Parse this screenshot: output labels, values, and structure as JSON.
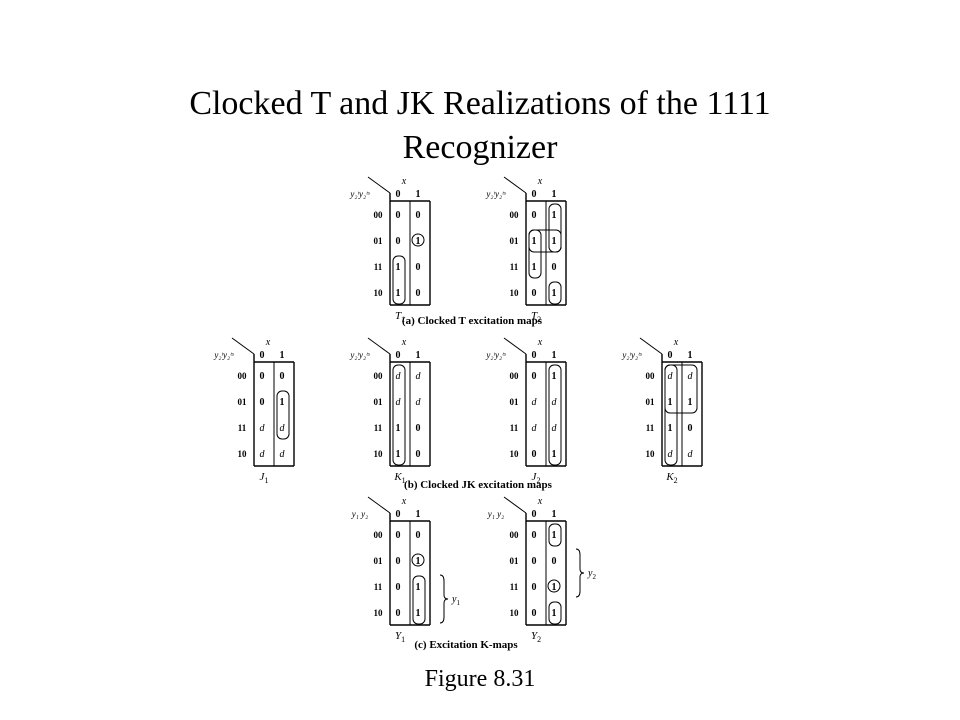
{
  "title": {
    "line1": "Clocked T and JK Realizations of the 1111",
    "line2": "Recognizer"
  },
  "caption": "Figure 8.31",
  "x_label": "x",
  "row_codes": [
    "00",
    "01",
    "11",
    "10"
  ],
  "col_codes": [
    "0",
    "1"
  ],
  "sections": {
    "a": "(a) Clocked T excitation maps",
    "b": "(b) Clocked JK excitation maps",
    "c": "(c) Excitation K-maps"
  },
  "maps": [
    {
      "id": "T1",
      "label": "T",
      "sub": "1",
      "var_style": "y2y1",
      "cells": [
        [
          "0",
          "0"
        ],
        [
          "0",
          "1"
        ],
        [
          "1",
          "0"
        ],
        [
          "1",
          "0"
        ]
      ],
      "loops": [
        {
          "kind": "rect",
          "rows": [
            2,
            3
          ],
          "cols": [
            0
          ]
        },
        {
          "kind": "circle",
          "row": 1,
          "col": 1
        }
      ]
    },
    {
      "id": "T2",
      "label": "T",
      "sub": "2",
      "var_style": "y2y1",
      "cells": [
        [
          "0",
          "1"
        ],
        [
          "1",
          "1"
        ],
        [
          "1",
          "0"
        ],
        [
          "0",
          "1"
        ]
      ],
      "loops": [
        {
          "kind": "rect",
          "rows": [
            0,
            1
          ],
          "cols": [
            1
          ]
        },
        {
          "kind": "rect",
          "rows": [
            1
          ],
          "cols": [
            0,
            1
          ]
        },
        {
          "kind": "rect",
          "rows": [
            1,
            2
          ],
          "cols": [
            0
          ]
        },
        {
          "kind": "rect",
          "rows": [
            3
          ],
          "cols": [
            1
          ]
        }
      ]
    },
    {
      "id": "J1",
      "label": "J",
      "sub": "1",
      "var_style": "y2y1",
      "cells": [
        [
          "0",
          "0"
        ],
        [
          "0",
          "1"
        ],
        [
          "d",
          "d"
        ],
        [
          "d",
          "d"
        ]
      ],
      "loops": [
        {
          "kind": "rect",
          "rows": [
            1,
            2
          ],
          "cols": [
            1
          ]
        }
      ]
    },
    {
      "id": "K1",
      "label": "K",
      "sub": "1",
      "var_style": "y2y1",
      "cells": [
        [
          "d",
          "d"
        ],
        [
          "d",
          "d"
        ],
        [
          "1",
          "0"
        ],
        [
          "1",
          "0"
        ]
      ],
      "loops": [
        {
          "kind": "rect",
          "rows": [
            0,
            1,
            2,
            3
          ],
          "cols": [
            0
          ]
        }
      ]
    },
    {
      "id": "J2",
      "label": "J",
      "sub": "2",
      "var_style": "y2y1",
      "cells": [
        [
          "0",
          "1"
        ],
        [
          "d",
          "d"
        ],
        [
          "d",
          "d"
        ],
        [
          "0",
          "1"
        ]
      ],
      "loops": [
        {
          "kind": "rect",
          "rows": [
            0,
            1,
            2,
            3
          ],
          "cols": [
            1
          ]
        }
      ]
    },
    {
      "id": "K2",
      "label": "K",
      "sub": "2",
      "var_style": "y2y1",
      "cells": [
        [
          "d",
          "d"
        ],
        [
          "1",
          "1"
        ],
        [
          "1",
          "0"
        ],
        [
          "d",
          "d"
        ]
      ],
      "loops": [
        {
          "kind": "rect",
          "rows": [
            0,
            1
          ],
          "cols": [
            0,
            1
          ]
        },
        {
          "kind": "rect",
          "rows": [
            0,
            1,
            2,
            3
          ],
          "cols": [
            0
          ]
        }
      ]
    },
    {
      "id": "Y1",
      "label": "Y",
      "sub": "1",
      "var_style": "y1y2",
      "cells": [
        [
          "0",
          "0"
        ],
        [
          "0",
          "1"
        ],
        [
          "0",
          "1"
        ],
        [
          "0",
          "1"
        ]
      ],
      "loops": [
        {
          "kind": "circle",
          "row": 1,
          "col": 1
        },
        {
          "kind": "rect",
          "rows": [
            2,
            3
          ],
          "cols": [
            1
          ]
        }
      ],
      "brace": {
        "rows": [
          2,
          3
        ],
        "label": "y",
        "sub": "1"
      }
    },
    {
      "id": "Y2",
      "label": "Y",
      "sub": "2",
      "var_style": "y1y2",
      "cells": [
        [
          "0",
          "1"
        ],
        [
          "0",
          "0"
        ],
        [
          "0",
          "1"
        ],
        [
          "0",
          "1"
        ]
      ],
      "loops": [
        {
          "kind": "rect",
          "rows": [
            0
          ],
          "cols": [
            1
          ]
        },
        {
          "kind": "circle",
          "row": 2,
          "col": 1
        },
        {
          "kind": "rect",
          "rows": [
            3
          ],
          "cols": [
            1
          ]
        }
      ],
      "brace": {
        "rows": [
          1,
          2
        ],
        "label": "y",
        "sub": "2"
      }
    }
  ]
}
